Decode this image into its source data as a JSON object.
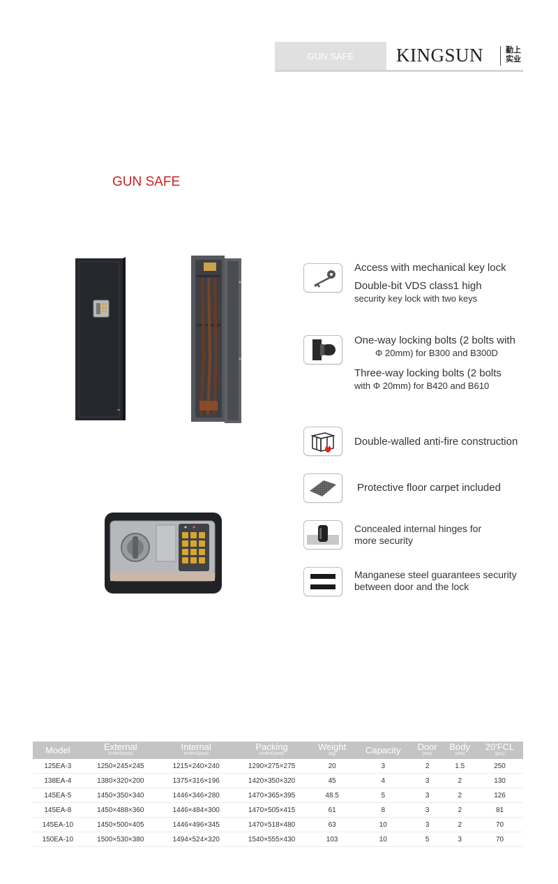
{
  "header": {
    "tab_label": "GUN SAFE",
    "brand": "KINGSUN",
    "brand_cn": "勤上实业"
  },
  "section_title": "GUN SAFE",
  "colors": {
    "accent_red": "#cc2222",
    "header_gray": "#e0e0e0",
    "table_header": "#c4c4c4"
  },
  "features": [
    {
      "icon": "key-icon",
      "lines": [
        "Access with mechanical key lock",
        "Double-bit VDS class1 high",
        "security key lock with two keys"
      ]
    },
    {
      "icon": "locking-bolt-icon",
      "lines": [
        "One-way locking bolts (2 bolts with",
        "Φ 20mm) for B300 and B300D",
        "Three-way locking bolts (2 bolts",
        "with Φ 20mm) for B420 and B610"
      ]
    },
    {
      "icon": "fire-cage-icon",
      "lines": [
        "Double-walled anti-fire construction"
      ]
    },
    {
      "icon": "carpet-icon",
      "lines": [
        "Protective floor carpet included"
      ]
    },
    {
      "icon": "hinge-icon",
      "lines": [
        "Concealed internal hinges for",
        "more security"
      ]
    },
    {
      "icon": "steel-plate-icon",
      "lines": [
        "Manganese steel guarantees security",
        "between door and the lock"
      ]
    }
  ],
  "table": {
    "headers": [
      {
        "main": "Model",
        "sub": ""
      },
      {
        "main": "External",
        "sub": "H×W×D(mm)"
      },
      {
        "main": "Internal",
        "sub": "H×W×D(mm)"
      },
      {
        "main": "Packing",
        "sub": "H×W×D(mm)"
      },
      {
        "main": "Weight",
        "sub": "(kg)"
      },
      {
        "main": "Capacity",
        "sub": ""
      },
      {
        "main": "Door",
        "sub": "(mm)"
      },
      {
        "main": "Body",
        "sub": "(mm)"
      },
      {
        "main": "20'FCL",
        "sub": "(pcs)"
      }
    ],
    "rows": [
      [
        "125EA-3",
        "1250×245×245",
        "1215×240×240",
        "1290×275×275",
        "20",
        "3",
        "2",
        "1.5",
        "250"
      ],
      [
        "138EA-4",
        "1380×320×200",
        "1375×316×196",
        "1420×350×320",
        "45",
        "4",
        "3",
        "2",
        "130"
      ],
      [
        "145EA-5",
        "1450×350×340",
        "1446×346×280",
        "1470×365×395",
        "48.5",
        "5",
        "3",
        "2",
        "126"
      ],
      [
        "145EA-8",
        "1450×488×360",
        "1446×484×300",
        "1470×505×415",
        "61",
        "8",
        "3",
        "2",
        "81"
      ],
      [
        "145EA-10",
        "1450×500×405",
        "1446×496×345",
        "1470×518×480",
        "63",
        "10",
        "3",
        "2",
        "70"
      ],
      [
        "150EA-10",
        "1500×530×380",
        "1494×524×320",
        "1540×555×430",
        "103",
        "10",
        "5",
        "3",
        "70"
      ]
    ]
  }
}
